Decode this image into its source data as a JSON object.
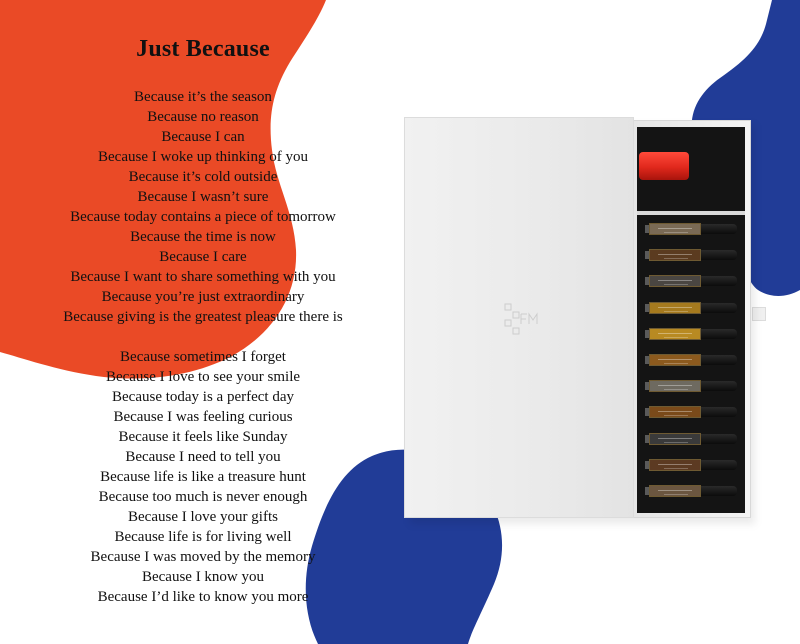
{
  "poem": {
    "title": "Just Because",
    "stanza1": [
      "Because it’s the season",
      "Because no reason",
      "Because I can",
      "Because I woke up thinking of you",
      "Because it’s cold outside",
      "Because I wasn’t sure",
      "Because today contains a piece of tomorrow",
      "Because the time is now",
      "Because I care",
      "Because I want to share something with you",
      "Because you’re just extraordinary",
      "Because giving is the greatest pleasure there is"
    ],
    "stanza2": [
      "Because sometimes I forget",
      "Because I love to see your smile",
      "Because today is a perfect day",
      "Because I was feeling curious",
      "Because it feels like Sunday",
      "Because I need to tell you",
      "Because life is like a treasure hunt",
      "Because too much is never enough",
      "Because I love your gifts",
      "Because life is for living well",
      "Because I was moved by the memory",
      "Because I know you",
      "Because I’d like to know you more"
    ]
  },
  "colors": {
    "orange_blob": "#EA4A26",
    "blue_blob": "#213C97",
    "text": "#111111",
    "red_atomizer": "#E0281C",
    "vial_labels": [
      "#7A6A55",
      "#5B3B20",
      "#4A4642",
      "#A67A1E",
      "#B88A22",
      "#8C5A1E",
      "#6E6A60",
      "#7A4A1A",
      "#3A3A3A",
      "#5C3A22",
      "#6B5640"
    ]
  },
  "product": {
    "vial_count": 11
  }
}
